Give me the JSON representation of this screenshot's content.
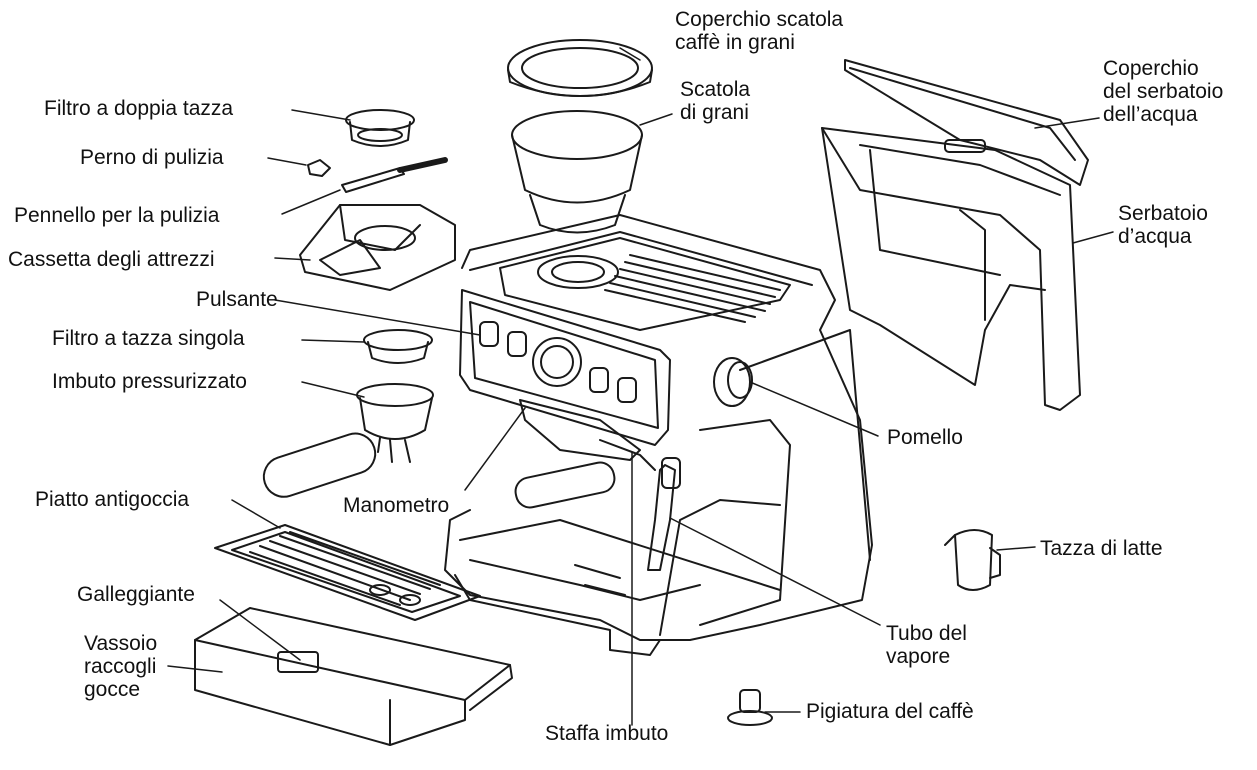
{
  "labels": {
    "bean_box_lid": "Coperchio scatola\ncaffè in grani",
    "bean_box": "Scatola\ndi grani",
    "tank_lid": "Coperchio\ndel serbatoio\ndell’acqua",
    "water_tank": "Serbatoio\nd’acqua",
    "double_filter": "Filtro a doppia tazza",
    "cleaning_pin": "Perno di pulizia",
    "cleaning_brush": "Pennello per la pulizia",
    "tool_box": "Cassetta degli attrezzi",
    "button": "Pulsante",
    "single_filter": "Filtro a tazza singola",
    "pressurized_funnel": "Imbuto pressurizzato",
    "knob": "Pomello",
    "manometer": "Manometro",
    "drip_plate": "Piatto antigoccia",
    "milk_cup": "Tazza di latte",
    "float": "Galleggiante",
    "drip_tray": "Vassoio\nraccogli\ngocce",
    "steam_pipe": "Tubo del\nvapore",
    "tamper": "Pigiatura del caffè",
    "funnel_bracket": "Staffa imbuto"
  }
}
